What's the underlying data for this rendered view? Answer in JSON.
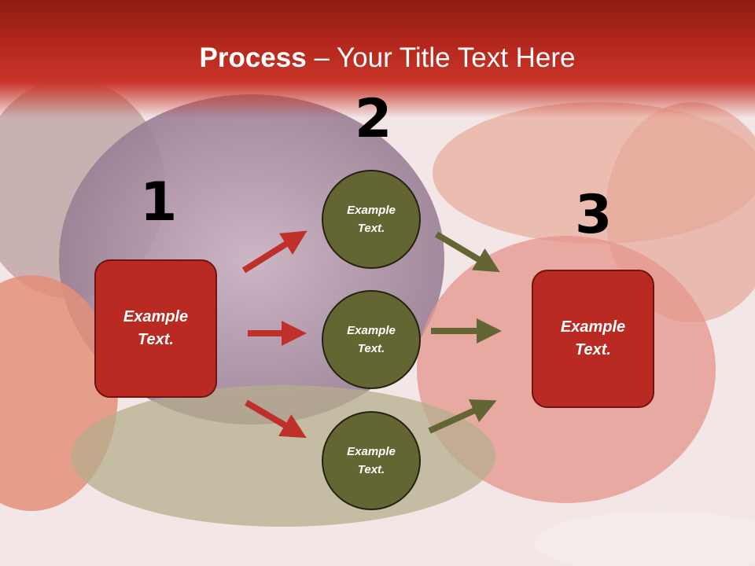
{
  "title": {
    "bold": "Process",
    "rest": " – Your Title Text Here"
  },
  "steps": {
    "one": "1",
    "two": "2",
    "three": "3"
  },
  "left_box": {
    "line1": "Example",
    "line2": "Text."
  },
  "circles": [
    {
      "line1": "Example",
      "line2": "Text."
    },
    {
      "line1": "Example",
      "line2": "Text."
    },
    {
      "line1": "Example",
      "line2": "Text."
    }
  ],
  "right_box": {
    "line1": "Example",
    "line2": "Text."
  },
  "colors": {
    "header": "#b6281d",
    "box": "#b92a22",
    "circle": "#636533",
    "red_arrow": "#c0302a",
    "olive_arrow": "#636533"
  }
}
